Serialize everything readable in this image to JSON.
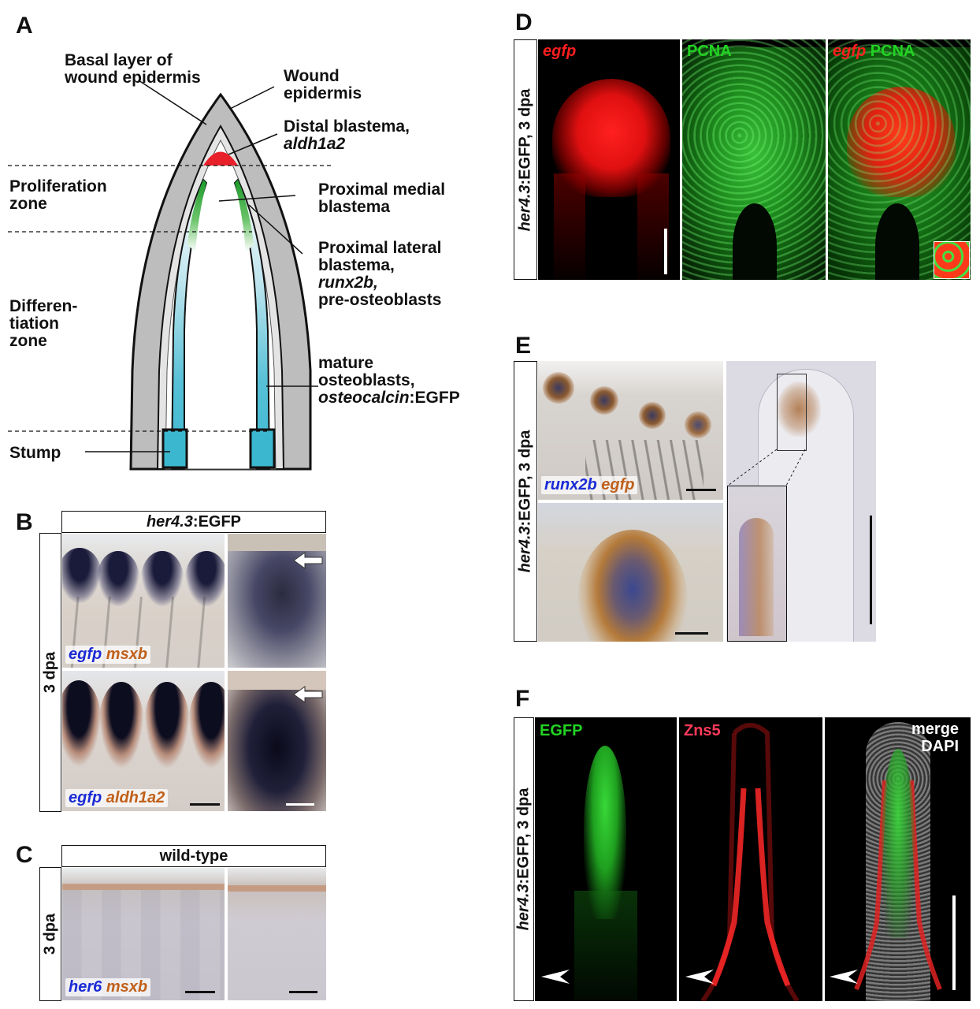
{
  "panel_a": {
    "letter": "A",
    "labels": {
      "basal_layer": [
        "Basal layer of",
        "wound epidermis"
      ],
      "wound_epidermis": [
        "Wound",
        "epidermis"
      ],
      "distal_blastema": "Distal blastema,",
      "distal_gene": "aldh1a2",
      "proliferation_zone": [
        "Proliferation",
        "zone"
      ],
      "proximal_medial": [
        "Proximal medial",
        "blastema"
      ],
      "proximal_lateral": [
        "Proximal lateral",
        "blastema,"
      ],
      "proximal_gene": "runx2b,",
      "pre_osteoblasts": "pre-osteoblasts",
      "differentiation_zone": [
        "Differen-",
        "tiation",
        "zone"
      ],
      "mature": [
        "mature",
        "osteoblasts,"
      ],
      "osteocalcin_gene": "osteocalcin",
      "osteocalcin_suffix": ":EGFP",
      "stump": "Stump"
    }
  },
  "panel_b": {
    "letter": "B",
    "header_gene": "her4.3",
    "header_suffix": ":EGFP",
    "side_label": "3 dpa",
    "row1": {
      "probe1": "egfp",
      "probe2": "msxb"
    },
    "row2": {
      "probe1": "egfp",
      "probe2": "aldh1a2"
    }
  },
  "panel_c": {
    "letter": "C",
    "header": "wild-type",
    "side_label": "3 dpa",
    "probe1": "her6",
    "probe2": "msxb"
  },
  "panel_d": {
    "letter": "D",
    "side_gene": "her4.3",
    "side_suffix": ":EGFP, 3 dpa",
    "ch1": "egfp",
    "ch2": "PCNA",
    "ch3a": "egfp",
    "ch3b": "PCNA"
  },
  "panel_e": {
    "letter": "E",
    "side_gene": "her4.3",
    "side_suffix": ":EGFP, 3 dpa",
    "probe1": "runx2b",
    "probe2": "egfp"
  },
  "panel_f": {
    "letter": "F",
    "side_gene": "her4.3",
    "side_suffix": ":EGFP, 3 dpa",
    "ch1": "EGFP",
    "ch2": "Zns5",
    "ch3a": "merge",
    "ch3b": "DAPI"
  },
  "colors": {
    "egfp_red": "#ff1e1e",
    "pcna_green": "#22d322",
    "runx2b_blue": "#1a2ad6",
    "egfp_brown": "#c0601a",
    "osteoblast_cyan": "#3bb8d0",
    "distal_red": "#e8202a",
    "epidermis_gray": "#bdbdbd"
  }
}
